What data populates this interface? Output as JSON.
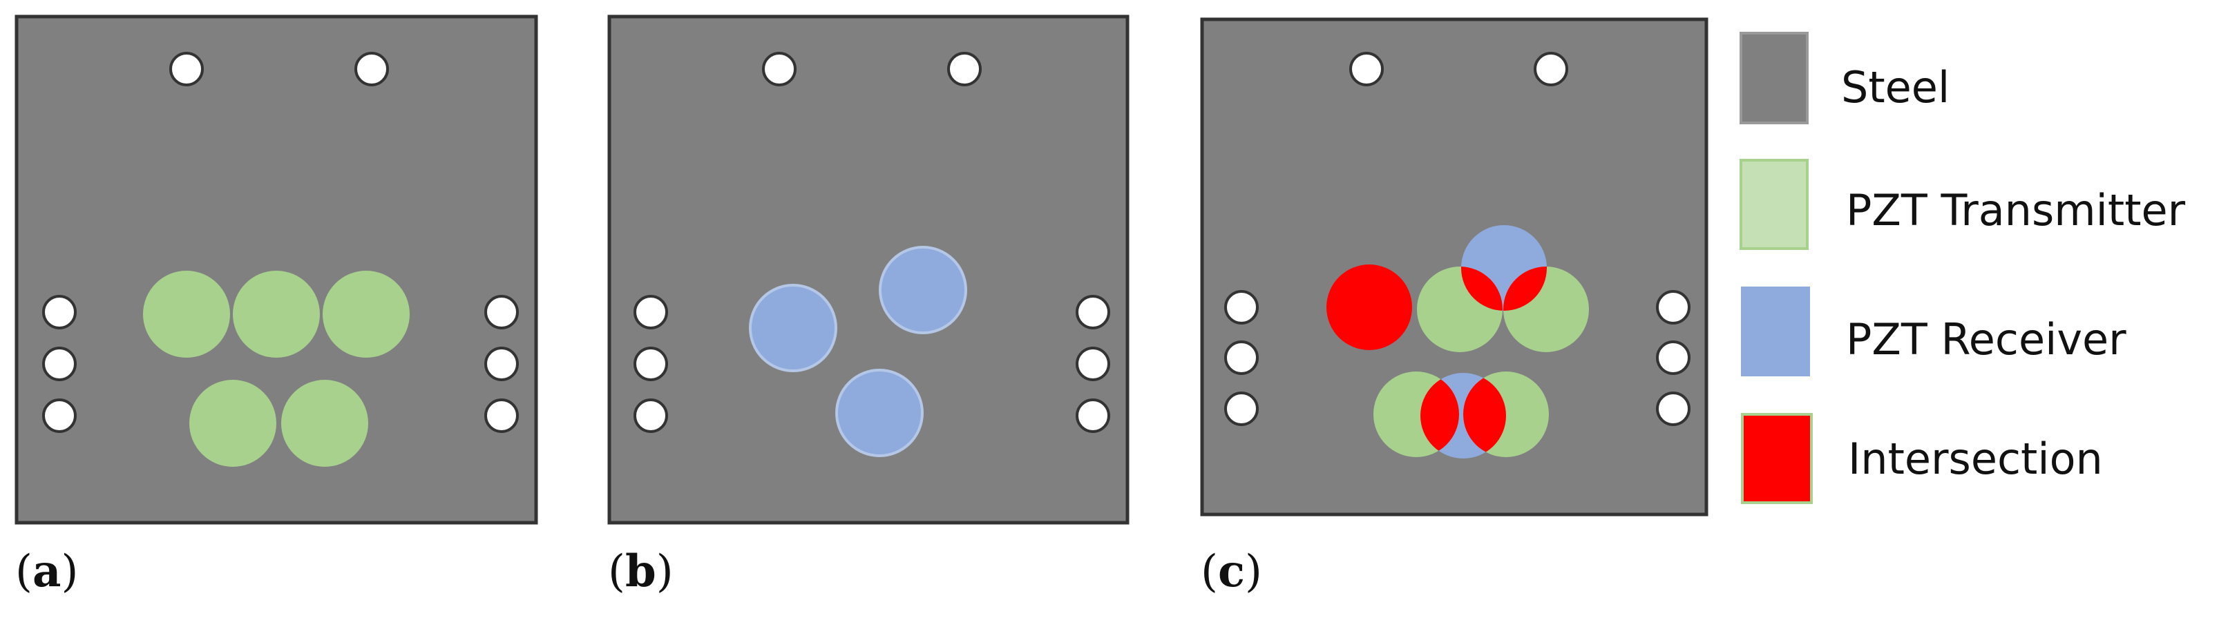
{
  "colors": {
    "steel": "#808080",
    "steel_border": "#333333",
    "transmitter": "#a9d18e",
    "receiver": "#8faadc",
    "intersection": "#ff0000",
    "hole": "#ffffff"
  },
  "panels": [
    {
      "label_open": "(",
      "label_letter": "a",
      "label_close": ")"
    },
    {
      "label_open": "(",
      "label_letter": "b",
      "label_close": ")"
    },
    {
      "label_open": "(",
      "label_letter": "c",
      "label_close": ")"
    }
  ],
  "legend": {
    "items": [
      {
        "key": "steel",
        "label": "Steel",
        "icon": "gray-square-icon"
      },
      {
        "key": "transmitter",
        "label": "PZT Transmitter",
        "icon": "green-square-icon"
      },
      {
        "key": "receiver",
        "label": "PZT Receiver",
        "icon": "blue-square-icon"
      },
      {
        "key": "intersection",
        "label": "Intersection",
        "icon": "red-square-icon"
      }
    ]
  }
}
